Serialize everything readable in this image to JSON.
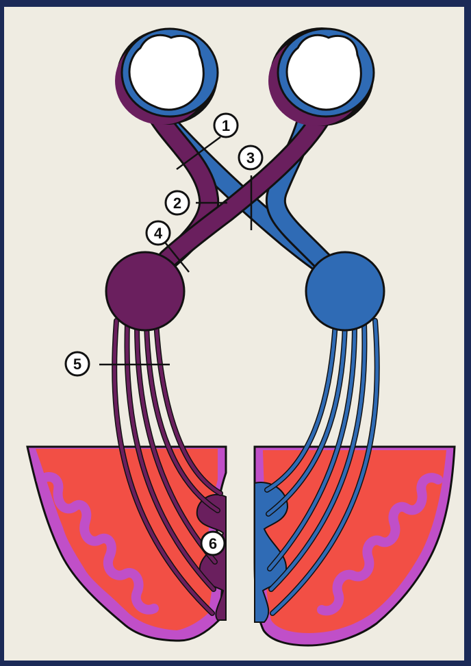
{
  "diagram": {
    "lesion_sites": [
      {
        "id": "1",
        "label": "1"
      },
      {
        "id": "2",
        "label": "2"
      },
      {
        "id": "3",
        "label": "3"
      },
      {
        "id": "4",
        "label": "4"
      },
      {
        "id": "5",
        "label": "5"
      },
      {
        "id": "6",
        "label": "6"
      }
    ],
    "colors": {
      "frame": "#1b2a57",
      "background": "#efece2",
      "left_pathway": "#6a1f5e",
      "right_pathway": "#2f6bb5",
      "cortex_fill": "#f24f45",
      "cortex_border": "#c04fc8",
      "outline": "#111111"
    }
  }
}
